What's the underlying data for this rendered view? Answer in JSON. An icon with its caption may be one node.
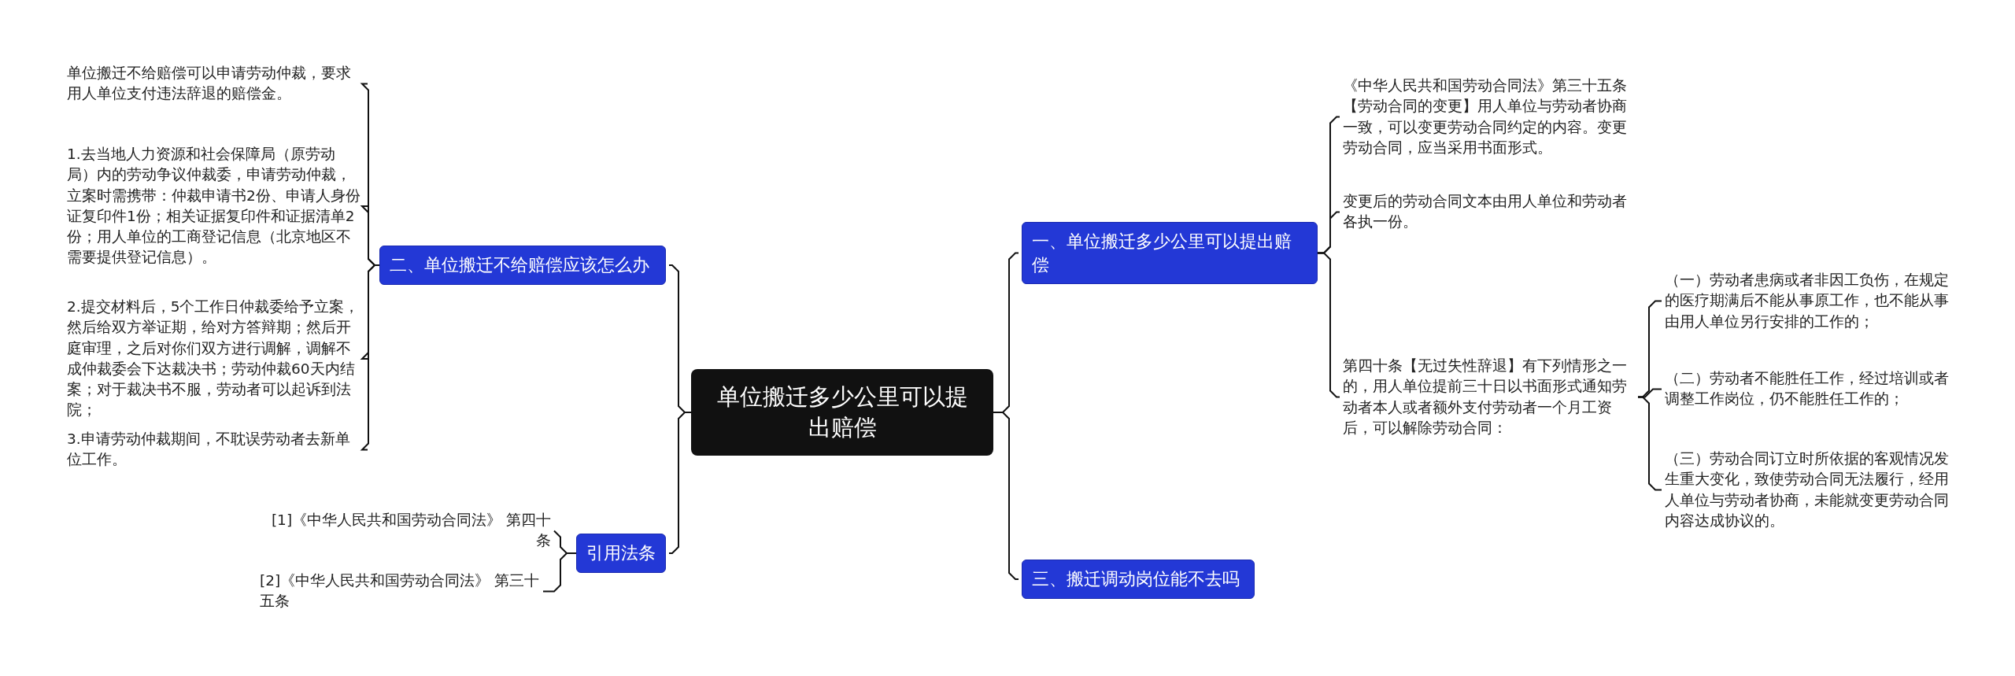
{
  "diagram": {
    "nodes": [
      {
        "text": [
          "单位搬迁多少公里可以提出赔偿"
        ]
      },
      {
        "text": [
          "一、单位搬迁多少公里可以提出赔偿"
        ]
      },
      {
        "text": [
          "《中华人民共和国劳动合同法》第三十五条【劳动合同的变更】用人单位与劳动者协商一致，可以变更劳动合同约定的内容。变更劳动合同，应当采用书面形式。"
        ]
      },
      {
        "text": [
          "变更后的劳动合同文本由用人单位和劳动者各执一份。"
        ]
      },
      {
        "text": [
          "第四十条【无过失性辞退】有下列情形之一的，用人单位提前三十日以书面形式通知劳动者本人或者额外支付劳动者一个月工资后，可以解除劳动合同："
        ]
      },
      {
        "text": [
          "（一）劳动者患病或者非因工负伤，在规定的医疗期满后不能从事原工作，也不能从事由用人单位另行安排的工作的；"
        ]
      },
      {
        "text": [
          "（二）劳动者不能胜任工作，经过培训或者调整工作岗位，仍不能胜任工作的；"
        ]
      },
      {
        "text": [
          "（三）劳动合同订立时所依据的客观情况发生重大变化，致使劳动合同无法履行，经用人单位与劳动者协商，未能就变更劳动合同内容达成协议的。"
        ]
      },
      {
        "text": [
          "三、搬迁调动岗位能不去吗"
        ]
      },
      {
        "text": [
          "二、单位搬迁不给赔偿应该怎么办"
        ]
      },
      {
        "text": [
          "单位搬迁不给赔偿可以申请劳动仲裁，要求用人单位支付违法辞退的赔偿金。"
        ]
      },
      {
        "text": [
          "1.去当地人力资源和社会保障局（原劳动局）内的劳动争议仲裁委，申请劳动仲裁，立案时需携带：仲裁申请书2份、申请人身份证复印件1份；相关证据复印件和证据清单2份；用人单位的工商登记信息（北京地区不需要提供登记信息）。"
        ]
      },
      {
        "text": [
          "2.提交材料后，5个工作日仲裁委给予立案，然后给双方举证期，给对方答辩期；然后开庭审理，之后对你们双方进行调解，调解不成仲裁委会下达裁决书；劳动仲裁60天内结案；对于裁决书不服，劳动者可以起诉到法院；"
        ]
      },
      {
        "text": [
          "3.申请劳动仲裁期间，不耽误劳动者去新单位工作。"
        ]
      },
      {
        "text": [
          "引用法条"
        ]
      },
      {
        "text": [
          "[1]《中华人民共和国劳动合同法》 第四十条"
        ]
      },
      {
        "text": [
          "[2]《中华人民共和国劳动合同法》 第三十五条"
        ]
      }
    ],
    "edges": [
      {
        "from": 0,
        "to": 1,
        "arrow": "none"
      },
      {
        "from": 0,
        "to": 8,
        "arrow": "none"
      },
      {
        "from": 0,
        "to": 9,
        "arrow": "none"
      },
      {
        "from": 0,
        "to": 14,
        "arrow": "none"
      },
      {
        "from": 1,
        "to": 2,
        "arrow": "none"
      },
      {
        "from": 1,
        "to": 3,
        "arrow": "none"
      },
      {
        "from": 1,
        "to": 4,
        "arrow": "none"
      },
      {
        "from": 4,
        "to": 5,
        "arrow": "none"
      },
      {
        "from": 4,
        "to": 6,
        "arrow": "none"
      },
      {
        "from": 4,
        "to": 7,
        "arrow": "none"
      },
      {
        "from": 9,
        "to": 10,
        "arrow": "none"
      },
      {
        "from": 9,
        "to": 11,
        "arrow": "none"
      },
      {
        "from": 9,
        "to": 12,
        "arrow": "none"
      },
      {
        "from": 9,
        "to": 13,
        "arrow": "none"
      },
      {
        "from": 14,
        "to": 15,
        "arrow": "none"
      },
      {
        "from": 14,
        "to": 16,
        "arrow": "none"
      }
    ]
  }
}
